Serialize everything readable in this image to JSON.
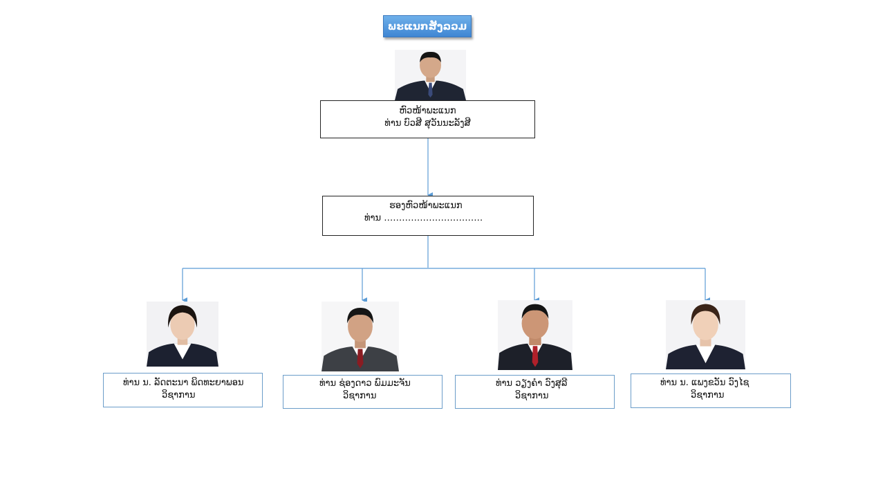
{
  "title": "ພະແນກສັງລວມ",
  "colors": {
    "title_bg": "#4a90d9",
    "connector": "#5b9bd5",
    "box_border_top": "#222222",
    "box_border_staff": "#6a9cc9"
  },
  "head": {
    "role": "ຫົວໜ້າພະແນກ",
    "name": "ທ່ານ ບົວສີ ສຸວັນນະລັງສີ"
  },
  "deputy": {
    "role": "ຮອງຫົວໜ້າພະແນກ",
    "name": "ທ່ານ ……………………………"
  },
  "staff": [
    {
      "name": "ທ່ານ ນ. ລັດຕະນາ ພິດທະຍາພອນ",
      "role": "ວິຊາການ",
      "photo": "female-portrait-photo"
    },
    {
      "name": "ທ່ານ ຊ່ອງດາວ ພົມມະຈັນ",
      "role": "ວິຊາການ",
      "photo": "male-portrait-photo"
    },
    {
      "name": "ທ່ານ ວຽງຄຳ ວົງສຸລີ",
      "role": "ວິຊາການ",
      "photo": "male-portrait-photo"
    },
    {
      "name": "ທ່ານ ນ. ແພງຂວັນ ວົງໄຊ",
      "role": "ວິຊາການ",
      "photo": "female-portrait-photo"
    }
  ]
}
